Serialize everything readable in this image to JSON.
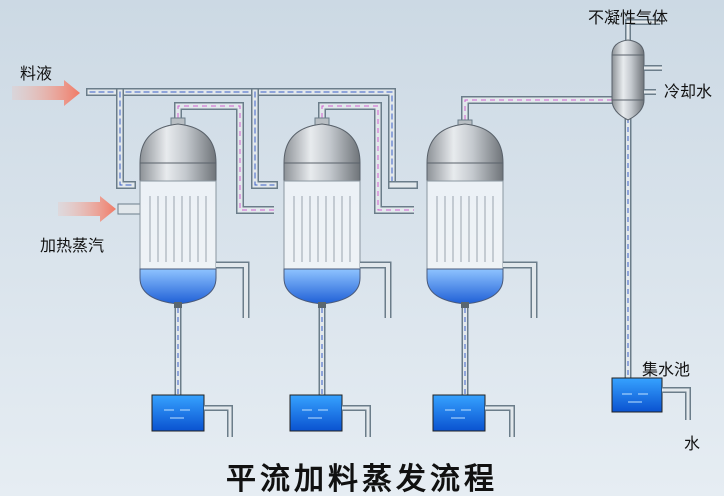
{
  "title": "平流加料蒸发流程",
  "labels": {
    "feed": "料液",
    "heating_steam": "加热蒸汽",
    "noncondensable": "不凝性气体",
    "cooling_water": "冷却水",
    "water_tank": "集水池",
    "water_out": "水"
  },
  "equipment": {
    "evaporator_count": 3,
    "condenser": "condenser-icon",
    "collection_tanks": 4
  },
  "colors": {
    "pipe": "#dfe6ea",
    "pipe_outline": "#6b7d8a",
    "feed_line": "#3a5fc9",
    "vapor_line": "#d060d0",
    "liquid": "#1f6fe0",
    "arrow": "#f08a7a"
  }
}
